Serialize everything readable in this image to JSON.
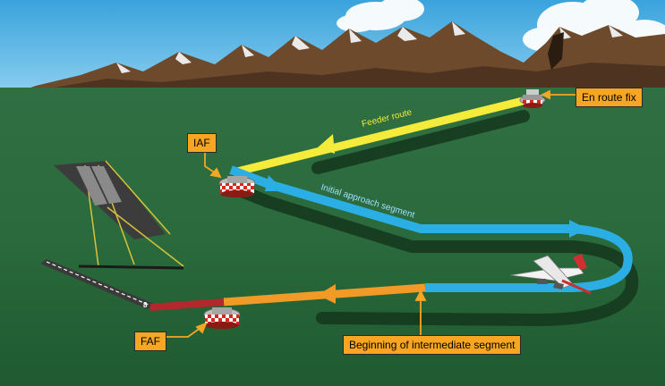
{
  "labels": {
    "en_route_fix": "En route fix",
    "iaf": "IAF",
    "faf": "FAF",
    "beginning_intermediate": "Beginning of intermediate segment",
    "feeder_route": "Feeder route",
    "initial_approach_segment": "Initial approach segment"
  },
  "runway_numbers": {
    "main_runway": "8"
  },
  "colors": {
    "sky": "#55b4e4",
    "ground": "#2a6a3a",
    "feeder_route": "#f5eb3a",
    "initial_segment": "#2aaee4",
    "intermediate_segment": "#f19a27",
    "final_segment": "#b3282c",
    "callout": "#f6a623",
    "fix_marker": "#d8281e"
  }
}
